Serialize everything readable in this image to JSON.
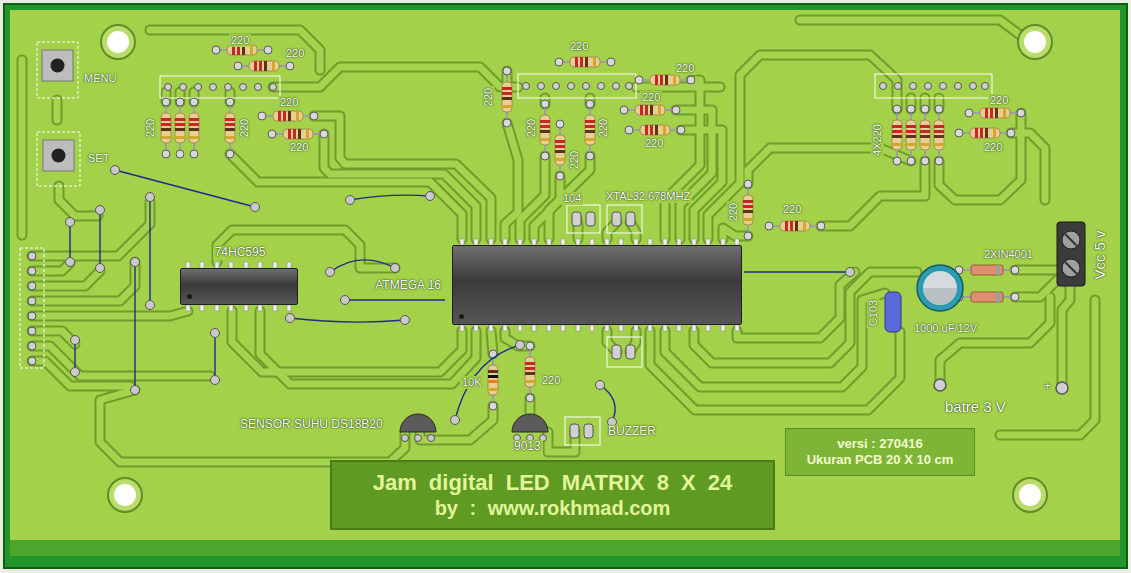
{
  "diagram": {
    "nodes": [
      {
        "text": [
          "74HC595"
        ]
      },
      {
        "text": [
          "ATMEGA 16"
        ]
      },
      {
        "text": [
          "versi : 270416",
          "Ukuran PCB 20 X 10 cm"
        ]
      },
      {
        "text": [
          "Jam digital LED MATRIX 8 X 24",
          "by : www.rokhmad.com"
        ]
      }
    ],
    "labels": [
      "MENU",
      "220",
      "220",
      "220",
      "220",
      "220",
      "220",
      "220",
      "220",
      "220",
      "220",
      "220",
      "220",
      "4X220",
      "220",
      "220",
      "220",
      "220",
      "SET",
      "XTAL32.678MHZ",
      "104",
      "220",
      "220",
      "2XIN4001",
      "C103",
      "1000 uF/12V",
      "10K",
      "220",
      "batre 3 V",
      "+",
      "SENSOR SUHU DS18B20",
      "BUZZER",
      "9013",
      "Vcc 5 v"
    ]
  }
}
